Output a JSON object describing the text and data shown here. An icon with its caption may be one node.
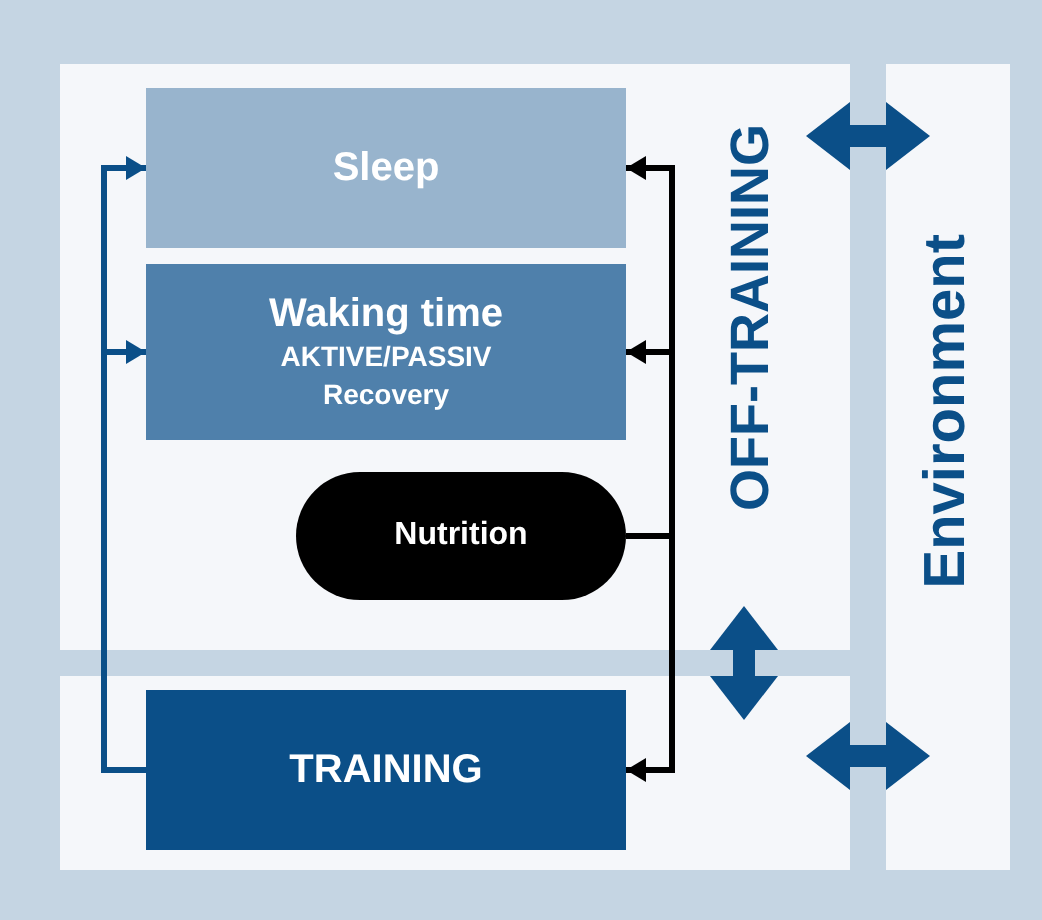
{
  "diagram": {
    "nodes": [
      {
        "text": [
          "OFF-TRAINING"
        ]
      },
      {
        "text": [
          "Sleep"
        ],
        "in": 0
      },
      {
        "text": [
          "Waking time",
          "AKTIVE/PASSIV Recovery"
        ],
        "in": 0
      },
      {
        "text": [
          "Nutrition"
        ],
        "in": 0
      },
      {
        "text": [],
        "shape": "box"
      },
      {
        "text": [
          "TRAINING"
        ],
        "in": 4
      },
      {
        "text": [
          "Environment"
        ]
      }
    ],
    "edges": [
      {
        "from": 5,
        "to": 1,
        "arrow": "to"
      },
      {
        "from": 5,
        "to": 2,
        "arrow": "to"
      },
      {
        "from": 3,
        "to": 1,
        "arrow": "to",
        "color": "#000000"
      },
      {
        "from": 3,
        "to": 2,
        "arrow": "to",
        "color": "#000000"
      },
      {
        "from": 3,
        "to": 5,
        "arrow": "to",
        "color": "#000000"
      },
      {
        "from": 0,
        "to": 6,
        "arrow": "both",
        "style": "thick"
      },
      {
        "from": 0,
        "to": 4,
        "arrow": "both",
        "style": "thick"
      },
      {
        "from": 4,
        "to": 6,
        "arrow": "both",
        "style": "thick"
      }
    ]
  }
}
